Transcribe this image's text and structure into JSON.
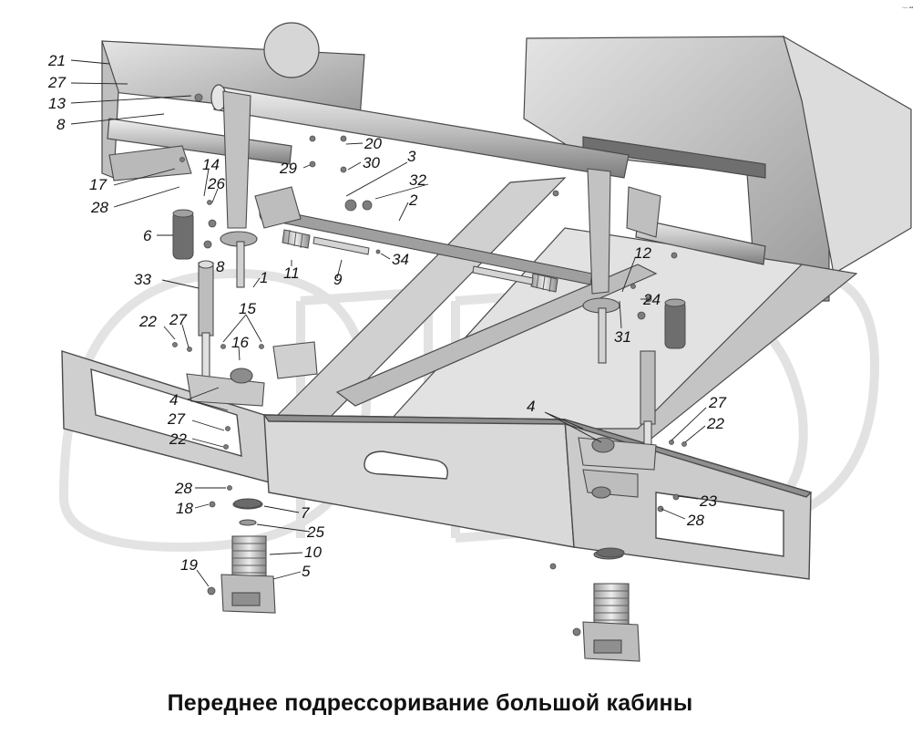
{
  "caption": "Переднее подрессоривание большой кабины",
  "callouts": [
    "21",
    "27",
    "13",
    "8",
    "17",
    "28",
    "14",
    "26",
    "6",
    "8",
    "33",
    "22",
    "27",
    "15",
    "16",
    "4",
    "27",
    "22",
    "28",
    "18",
    "7",
    "25",
    "10",
    "19",
    "5",
    "1",
    "11",
    "9",
    "34",
    "29",
    "30",
    "20",
    "3",
    "32",
    "2",
    "12",
    "24",
    "31",
    "4",
    "27",
    "22",
    "23",
    "28"
  ],
  "watermark": {
    "present": true,
    "color": "#d8d8d8"
  },
  "palette": {
    "metal": "#c9c9c9",
    "metal_dark": "#8f8f8f",
    "metal_light": "#e6e6e6",
    "line": "#4a4a4a"
  }
}
